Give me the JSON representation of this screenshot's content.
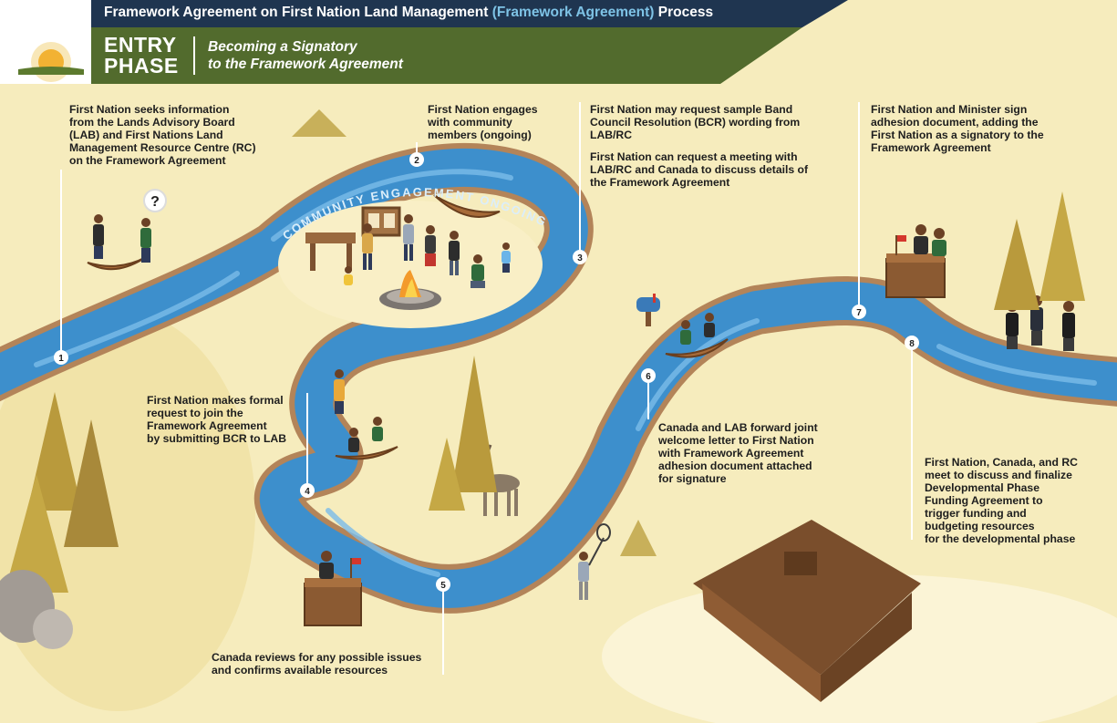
{
  "header": {
    "title_part1": "Framework Agreement on First Nation Land Management ",
    "title_highlight": "(Framework Agreement)",
    "title_part2": " Process",
    "phase_line1": "ENTRY",
    "phase_line2": "PHASE",
    "subtitle_line1": "Becoming a Signatory",
    "subtitle_line2": "to the Framework Agreement"
  },
  "river_label": "COMMUNITY ENGAGEMENT ONGOING",
  "steps": [
    {
      "number": "1",
      "lines": [
        "First Nation seeks information",
        "from the Lands Advisory Board",
        "(LAB) and First Nations Land",
        "Management Resource Centre (RC)",
        "on the Framework Agreement"
      ]
    },
    {
      "number": "2",
      "lines": [
        "First Nation engages",
        "with community",
        "members (ongoing)"
      ]
    },
    {
      "number": "3",
      "lines": [
        "First Nation may request sample Band",
        "Council Resolution (BCR) wording from",
        "LAB/RC",
        "First Nation can request a meeting with",
        "LAB/RC and Canada to discuss details of",
        "the Framework Agreement"
      ]
    },
    {
      "number": "4",
      "lines": [
        "First Nation makes formal",
        "request to join the",
        "Framework Agreement",
        "by submitting BCR to LAB"
      ]
    },
    {
      "number": "5",
      "lines": [
        "Canada reviews for any possible issues",
        "and confirms available resources"
      ]
    },
    {
      "number": "6",
      "lines": [
        "Canada and LAB forward joint",
        "welcome letter to First Nation",
        "with Framework Agreement",
        "adhesion document attached",
        "for signature"
      ]
    },
    {
      "number": "7",
      "lines": [
        "First Nation and Minister sign",
        "adhesion document, adding the",
        "First Nation as a signatory to the",
        "Framework Agreement"
      ]
    },
    {
      "number": "8",
      "lines": [
        "First Nation, Canada, and RC",
        "meet to discuss and finalize",
        "Developmental Phase",
        "Funding Agreement to",
        "trigger funding and",
        "budgeting resources",
        "for the developmental phase"
      ]
    }
  ],
  "colors": {
    "title_bar": "#1f3550",
    "phase_bar": "#526b2d",
    "title_highlight": "#7ec3e6",
    "river": "#3d8fcc",
    "river_bank": "#b38459",
    "background": "#f6ecbd"
  }
}
